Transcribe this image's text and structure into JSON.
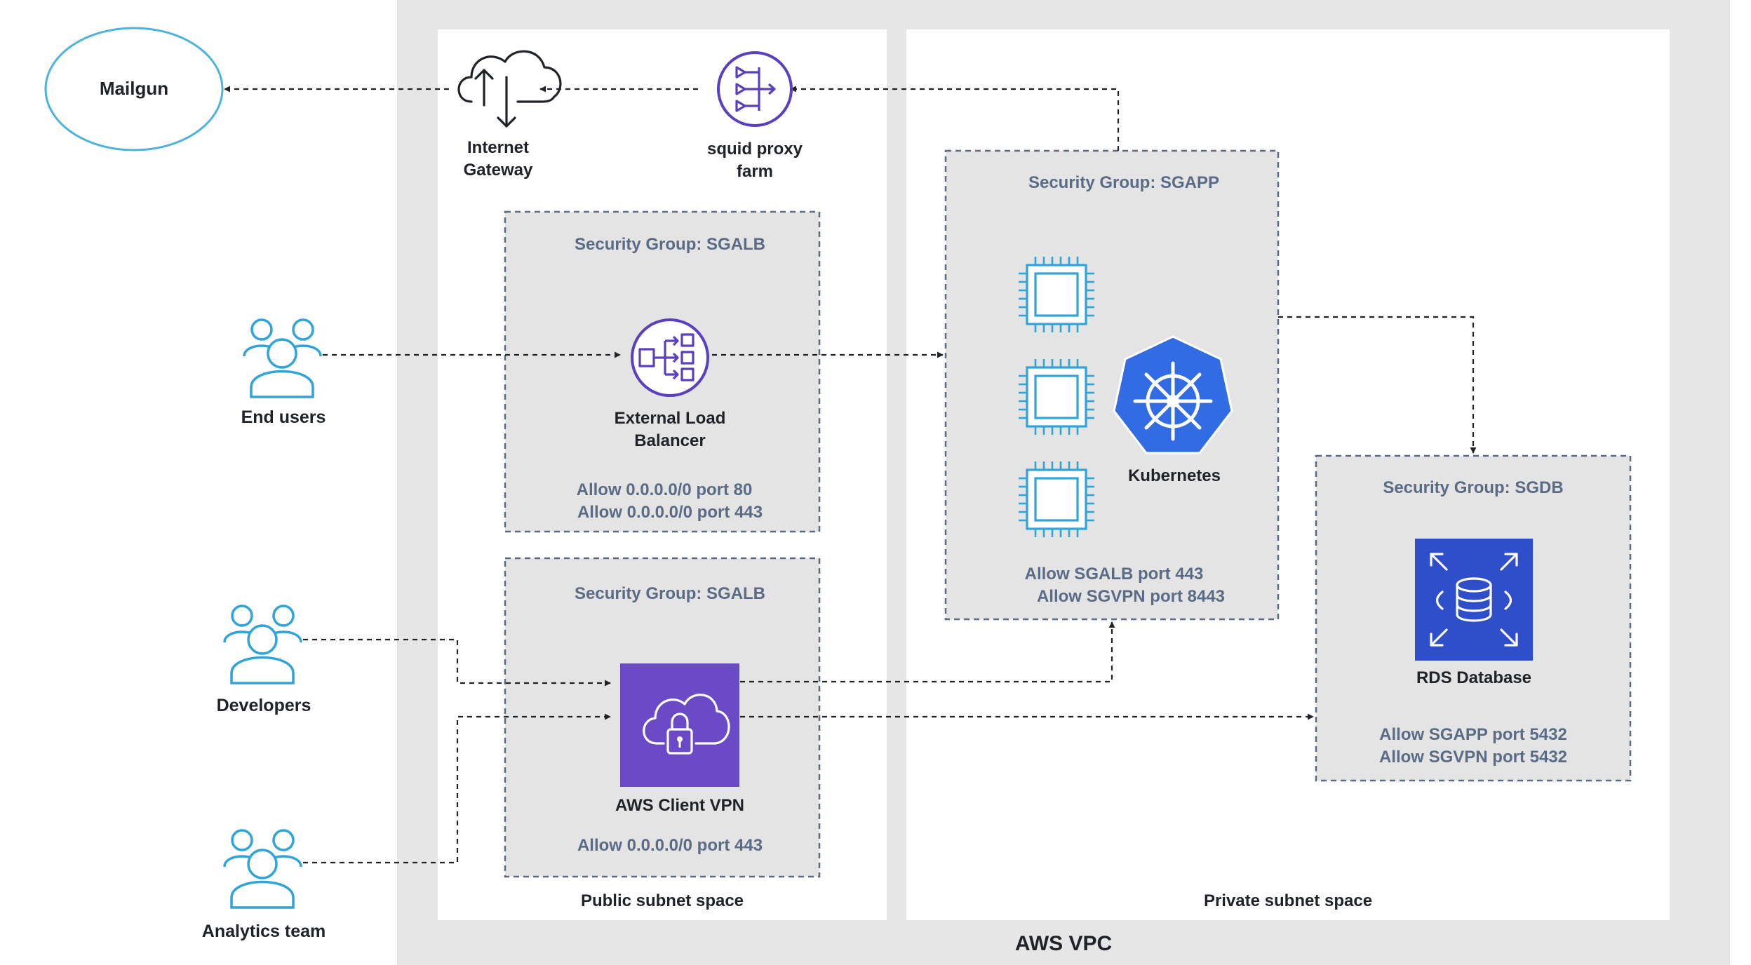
{
  "vpc": {
    "label": "AWS VPC"
  },
  "subnets": {
    "public": {
      "label": "Public subnet space"
    },
    "private": {
      "label": "Private subnet space"
    }
  },
  "external": {
    "mailgun": {
      "label": "Mailgun"
    }
  },
  "actors": {
    "end_users": {
      "label": "End users",
      "icon": "users-group-icon"
    },
    "developers": {
      "label": "Developers",
      "icon": "users-group-icon"
    },
    "analytics": {
      "label": "Analytics team",
      "icon": "users-group-icon"
    }
  },
  "gateway": {
    "line1": "Internet",
    "line2": "Gateway",
    "icon": "cloud-upload-download-icon"
  },
  "squid": {
    "line1": "squid proxy",
    "line2": "farm",
    "icon": "network-firewall-icon"
  },
  "security_groups": {
    "sgalb_lb": {
      "title": "Security Group: SGALB",
      "rules": [
        "Allow 0.0.0.0/0 port 80",
        "Allow 0.0.0.0/0 port 443"
      ],
      "component": {
        "line1": "External Load",
        "line2": "Balancer",
        "icon": "load-balancer-icon"
      }
    },
    "sgalb_vpn": {
      "title": "Security Group: SGALB",
      "rules": [
        "Allow 0.0.0.0/0 port 443"
      ],
      "component": {
        "line1": "AWS Client VPN",
        "icon": "client-vpn-icon"
      }
    },
    "sgapp": {
      "title": "Security Group: SGAPP",
      "rules": [
        "Allow SGALB port 443",
        "Allow SGVPN port 8443"
      ],
      "component": {
        "line1": "Kubernetes",
        "icon": "kubernetes-icon",
        "chips": 3
      }
    },
    "sgdb": {
      "title": "Security Group: SGDB",
      "rules": [
        "Allow SGAPP port 5432",
        "Allow SGVPN port 5432"
      ],
      "component": {
        "line1": "RDS Database",
        "icon": "rds-database-icon"
      }
    }
  },
  "colors": {
    "vpc_bg": "#e6e6e6",
    "sg_bg": "#e4e4e4",
    "sg_border": "#5a6b85",
    "users": "#2fa4d8",
    "chip": "#2fa4d8",
    "purple": "#5a3fc0",
    "vpn_bg": "#6a4ac7",
    "k8s": "#326ce5",
    "rds": "#2f4ec9",
    "arrow": "#1f2328",
    "mailgun_stroke": "#4eb3d8"
  }
}
